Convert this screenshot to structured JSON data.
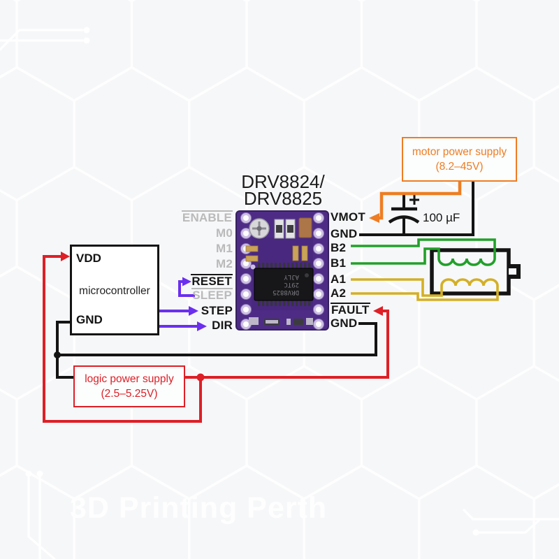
{
  "title": {
    "line1": "DRV8824/",
    "line2": "DRV8825"
  },
  "driver": {
    "left_pins": [
      {
        "label": "ENABLE",
        "state": "inactive",
        "overline": true
      },
      {
        "label": "M0",
        "state": "inactive",
        "overline": false
      },
      {
        "label": "M1",
        "state": "inactive",
        "overline": false
      },
      {
        "label": "M2",
        "state": "inactive",
        "overline": false
      },
      {
        "label": "RESET",
        "state": "active",
        "overline": true
      },
      {
        "label": "SLEEP",
        "state": "inactive",
        "overline": true
      },
      {
        "label": "STEP",
        "state": "active",
        "overline": false
      },
      {
        "label": "DIR",
        "state": "active",
        "overline": false
      }
    ],
    "right_pins": [
      {
        "label": "VMOT",
        "overline": false
      },
      {
        "label": "GND",
        "overline": false
      },
      {
        "label": "B2",
        "overline": false
      },
      {
        "label": "B1",
        "overline": false
      },
      {
        "label": "A1",
        "overline": false
      },
      {
        "label": "A2",
        "overline": false
      },
      {
        "label": "FAULT",
        "overline": true
      },
      {
        "label": "GND",
        "overline": false
      }
    ],
    "chip_marking": {
      "line1": "DRV8825",
      "line2": "29TC",
      "line3": "AJLY"
    }
  },
  "microcontroller": {
    "top_pin": "VDD",
    "label": "microcontroller",
    "bottom_pin": "GND"
  },
  "motor_power_supply": {
    "line1": "motor power supply",
    "line2": "(8.2–45V)"
  },
  "logic_power_supply": {
    "line1": "logic power supply",
    "line2": "(2.5–5.25V)"
  },
  "capacitor": {
    "polarity": "+",
    "value": "100 µF"
  },
  "watermark": "3D Printing Perth",
  "colors": {
    "orange_wire": "#ee7d23",
    "red_wire": "#de1f26",
    "green_wire": "#22a02a",
    "yellow_wire": "#d4af25",
    "purple_wire": "#6b2fef",
    "black_wire": "#141414",
    "inactive_pin_gray": "#bababa",
    "board_purple": "#4e2c86",
    "background": "#f6f7f9"
  }
}
